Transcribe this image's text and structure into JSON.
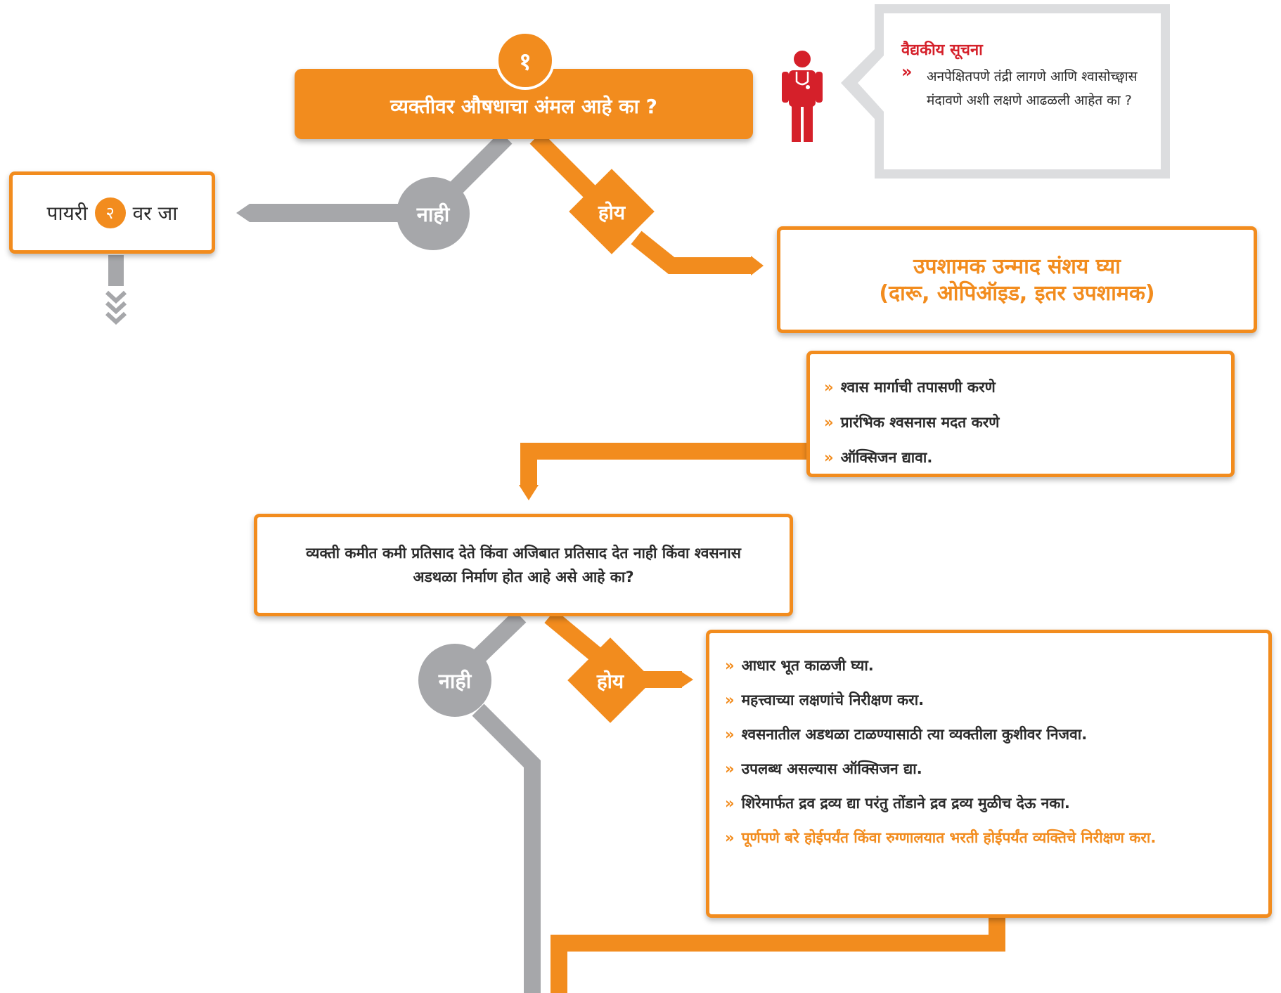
{
  "step1": {
    "number": "१",
    "question": "व्यक्तीवर औषधाचा अंमल आहे का ?"
  },
  "medical_note": {
    "title": "वैद्यकीय सूचना",
    "bullet": "»",
    "text": "अनपेक्षितपणे तंद्री लागणे आणि श्वासोच्छ्वास मंदावणे अशी लक्षणे आढळली आहेत का ?"
  },
  "goto_step": {
    "prefix": "पायरी",
    "number": "२",
    "suffix": "वर जा"
  },
  "answers": {
    "no": "नाही",
    "yes": "होय"
  },
  "suspect_box": {
    "line1": "उपशामक उन्माद संशय घ्या",
    "line2": "(दारू, ओपिऑइड, इतर उपशामक)"
  },
  "airway_actions": {
    "bullet": "»",
    "items": [
      "श्वास मार्गाची तपासणी करणे",
      "प्रारंभिक श्वसनास मदत करणे",
      "ऑक्सिजन द्यावा."
    ]
  },
  "step2_question": "व्यक्ती कमीत कमी प्रतिसाद देते किंवा अजिबात प्रतिसाद देत नाही किंवा श्वसनास अडथळा निर्माण होत आहे असे आहे का?",
  "care_actions": {
    "bullet": "»",
    "items": [
      "आधार भूत काळजी घ्या.",
      "महत्त्वाच्या लक्षणांचे निरीक्षण करा.",
      "श्वसनातील अडथळा टाळण्यासाठी त्या व्यक्तीला कुशीवर निजवा.",
      "उपलब्ध असल्यास ऑक्सिजन द्या.",
      "शिरेमार्फत द्रव द्रव्य द्या परंतु तोंडाने द्रव द्रव्य मुळीच देऊ नका."
    ],
    "highlight": "पूर्णपणे बरे होईपर्यंत किंवा रुग्णालयात भरती होईपर्यंत व्यक्तिचे निरीक्षण करा."
  },
  "colors": {
    "orange": "#f28c1e",
    "gray": "#a6a7aa",
    "red": "#d5202a",
    "light_gray": "#dcdddf"
  }
}
